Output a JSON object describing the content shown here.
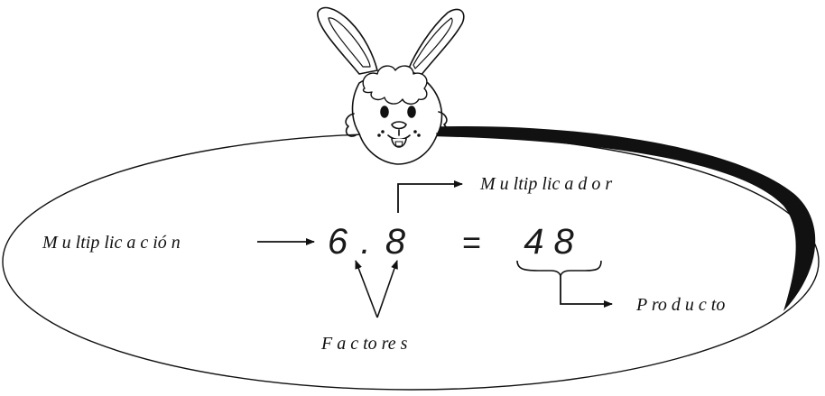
{
  "labels": {
    "multiplicacion": "M u ltip lic a c ió n",
    "multiplicador": "M u ltip lic a d o r",
    "factores": "F a c to re s",
    "producto": "P ro d u c to"
  },
  "expression": {
    "factor_a": "6",
    "dot": ".",
    "factor_b": "8",
    "equals": "=",
    "result": "4 8"
  },
  "colors": {
    "ink": "#111111",
    "background": "#ffffff"
  },
  "icons": {
    "mascot": "bunny-head-icon"
  }
}
